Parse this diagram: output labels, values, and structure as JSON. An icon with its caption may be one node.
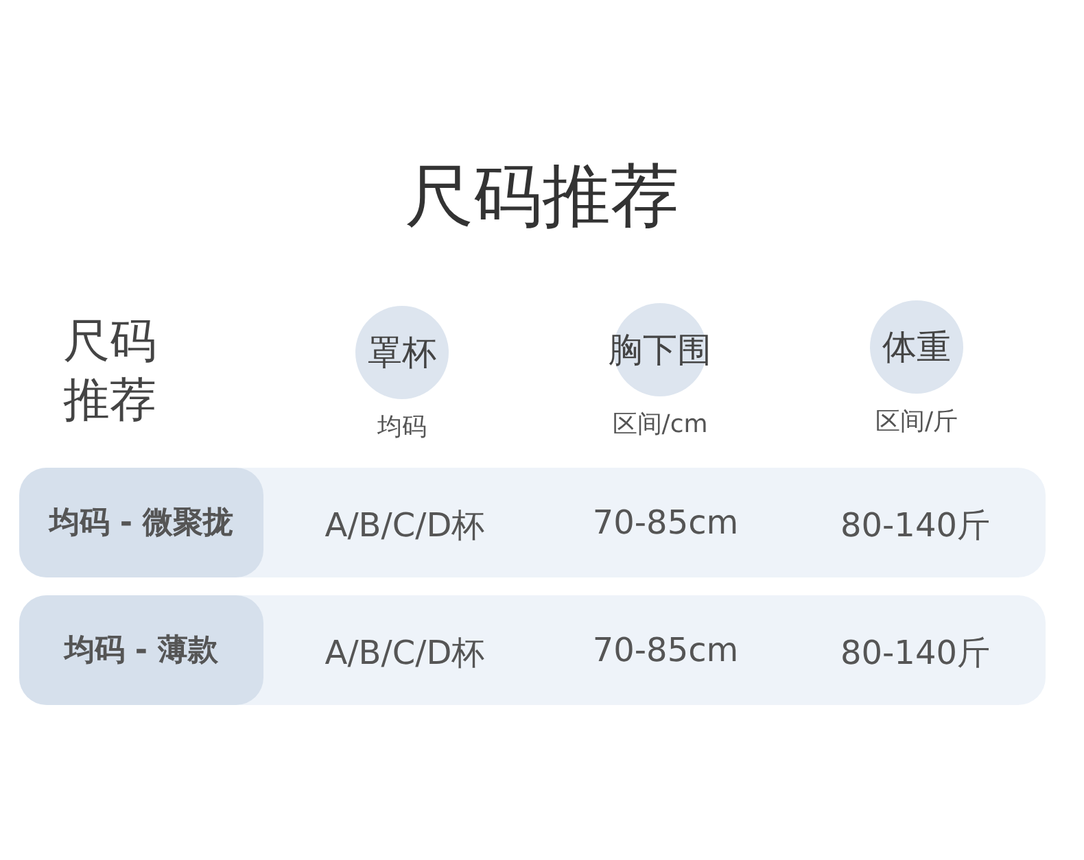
{
  "diagram": {
    "title": "尺码推荐",
    "nodes": [
      {
        "text": [
          "罩杯"
        ],
        "beside": [
          "均码"
        ]
      },
      {
        "text": [
          "胸下围"
        ],
        "beside": [
          "区间/cm"
        ]
      },
      {
        "text": [
          "体重"
        ],
        "beside": [
          "区间/斤"
        ]
      },
      {
        "text": [
          "A/B/C/D杯",
          "70-85cm",
          "80-140斤"
        ]
      },
      {
        "text": [
          "均码 - 微聚拢"
        ],
        "in": 3
      },
      {
        "text": [
          "A/B/C/D杯",
          "70-85cm",
          "80-140斤"
        ]
      },
      {
        "text": [
          "均码 - 薄款"
        ],
        "in": 5
      }
    ],
    "labels": [
      "尺码推荐"
    ]
  }
}
